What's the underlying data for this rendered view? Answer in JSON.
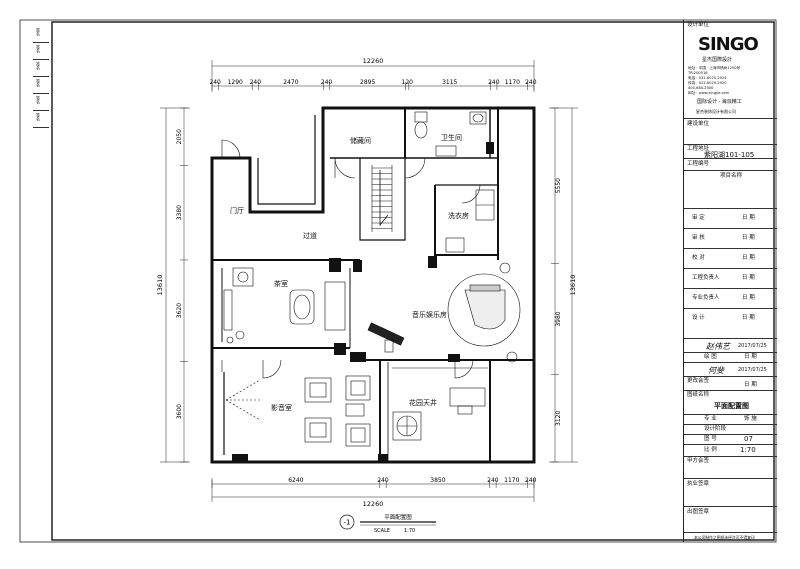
{
  "rooms": {
    "storage": "储藏间",
    "bathroom": "卫生间",
    "foyer": "门厅",
    "corridor": "过道",
    "laundry": "洗衣房",
    "tea_room": "茶室",
    "music_room": "音乐娱乐房",
    "cinema": "影音室",
    "courtyard": "花园天井"
  },
  "dims_top": {
    "total": "12260",
    "segments": [
      "240",
      "1290",
      "240",
      "2470",
      "240",
      "2895",
      "120",
      "3115",
      "240",
      "1170",
      "240"
    ]
  },
  "dims_bottom": {
    "total": "12260",
    "segments": [
      "6240",
      "240",
      "3850",
      "240",
      "1170",
      "240"
    ]
  },
  "dims_left": {
    "total": "13610",
    "segments": [
      "2050",
      "3380",
      "3620",
      "3600"
    ]
  },
  "dims_right": {
    "total": "13610",
    "segments": [
      "5550",
      "3980",
      "3120"
    ]
  },
  "drawing_title": {
    "number": "-1",
    "name": "平面配置图",
    "scale_label": "SCALE",
    "scale_value": "1:70"
  },
  "title_block": {
    "design_unit_label": "设计单位",
    "logo": "SINGO",
    "logo_sub": "星杰国際設計",
    "address_lines": [
      "地址：中国 · 上海市杨树1250号",
      "TR:200516",
      "电话：021-6070-2924",
      "传真：021-6070-2920",
      "400-680-2000",
      "网址：www.xingjie.com"
    ],
    "brand_line": "国际设计 · 海派精工",
    "company_line": "星杰装饰设计有限公司",
    "construction_unit_label": "建设单位",
    "project_address_label": "工程地址",
    "project_address_value": "紫阳湖101-105",
    "project_no_label": "工程编号",
    "project_name_label": "项目名称",
    "review": {
      "label": "审 定",
      "date": "日 期"
    },
    "check": {
      "label": "审 核",
      "date": "日 期"
    },
    "proof": {
      "label": "校 对",
      "date": "日 期"
    },
    "pm": {
      "label": "工程负责人",
      "date": "日 期"
    },
    "specialist": {
      "label": "专业负责人",
      "date": "日 期"
    },
    "designer": {
      "label": "设 计",
      "date": "日 期"
    },
    "designer_sign": "赵伟艺",
    "designer_date": "2017/07/25",
    "drafter": {
      "label": "绘 图",
      "date": "日 期"
    },
    "drafter_sign": "何斐",
    "drafter_date": "2017/07/25",
    "change_label": "更改会签",
    "change_date": "日 期",
    "sheet_name_label": "图纸名称",
    "sheet_name_value": "平面配置图",
    "discipline_label": "专 业",
    "discipline_value": "饰 施",
    "stage_label": "设计阶段",
    "sheet_no_label": "图 号",
    "sheet_no_value": "07",
    "scale_label": "比 例",
    "scale_value": "1:70",
    "party_a_label": "甲方会签",
    "license_label": "执业签章",
    "publish_label": "出图签章",
    "footer_note": "本公司制作之图纸未经许可不得复印"
  },
  "side_strip": [
    "签名",
    "签名",
    "签名",
    "签名",
    "签名",
    "签名"
  ]
}
